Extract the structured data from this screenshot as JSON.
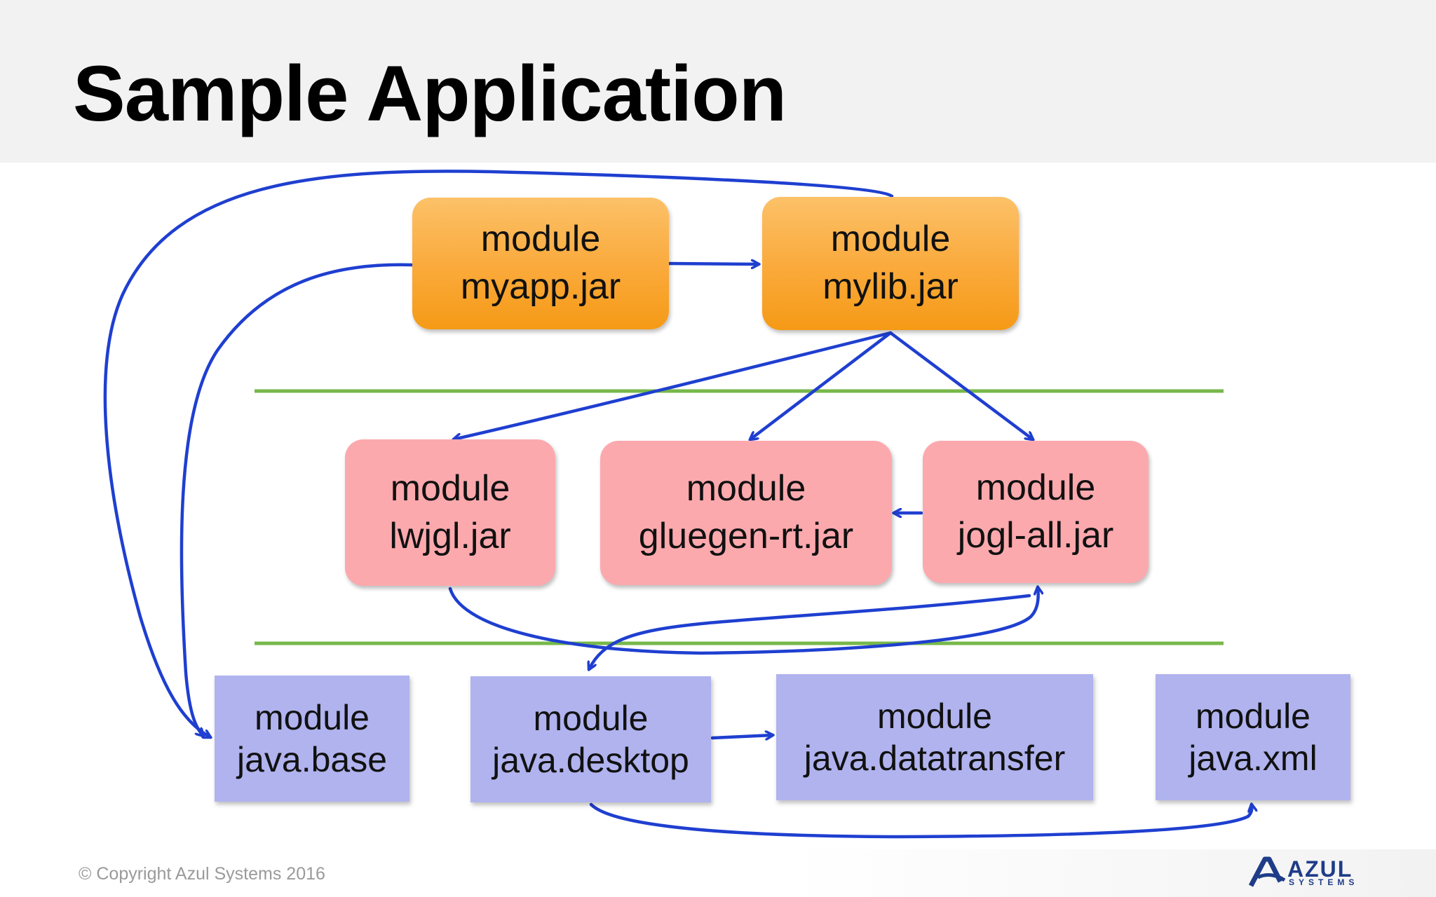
{
  "slide": {
    "title": "Sample Application",
    "copyright": "© Copyright Azul Systems 2016",
    "logo": {
      "name": "AZUL",
      "sub": "SYSTEMS",
      "mark": "azul-logo-icon"
    }
  },
  "colors": {
    "app_module": "#faa93a",
    "third_party_module": "#fca9ae",
    "jdk_module": "#b0b3ee",
    "arrow": "#1f3fd0",
    "separator": "#77b84a"
  },
  "modules": {
    "myapp": {
      "keyword": "module",
      "name": "myapp.jar"
    },
    "mylib": {
      "keyword": "module",
      "name": "mylib.jar"
    },
    "lwjgl": {
      "keyword": "module",
      "name": "lwjgl.jar"
    },
    "gluegen": {
      "keyword": "module",
      "name": "gluegen-rt.jar"
    },
    "jogl": {
      "keyword": "module",
      "name": "jogl-all.jar"
    },
    "java_base": {
      "keyword": "module",
      "name": "java.base"
    },
    "java_desktop": {
      "keyword": "module",
      "name": "java.desktop"
    },
    "java_datatransfer": {
      "keyword": "module",
      "name": "java.datatransfer"
    },
    "java_xml": {
      "keyword": "module",
      "name": "java.xml"
    }
  },
  "dependencies": [
    {
      "from": "myapp.jar",
      "to": "mylib.jar"
    },
    {
      "from": "myapp.jar",
      "to": "java.base"
    },
    {
      "from": "mylib.jar",
      "to": "java.base"
    },
    {
      "from": "mylib.jar",
      "to": "lwjgl.jar"
    },
    {
      "from": "mylib.jar",
      "to": "gluegen-rt.jar"
    },
    {
      "from": "mylib.jar",
      "to": "jogl-all.jar"
    },
    {
      "from": "jogl-all.jar",
      "to": "gluegen-rt.jar"
    },
    {
      "from": "lwjgl.jar",
      "to": "jogl-all.jar"
    },
    {
      "from": "jogl-all.jar",
      "to": "java.desktop"
    },
    {
      "from": "java.desktop",
      "to": "java.datatransfer"
    },
    {
      "from": "java.desktop",
      "to": "java.xml"
    }
  ]
}
